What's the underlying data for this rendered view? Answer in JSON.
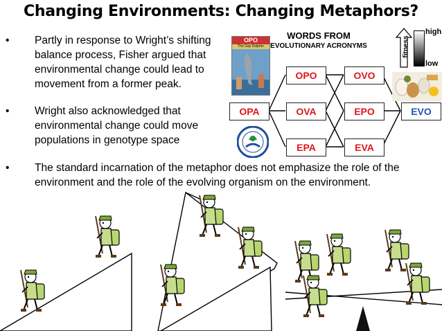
{
  "title": "Changing Environments: Changing Metaphors?",
  "bullets": [
    {
      "marker": "•",
      "text": "Partly in response to Wright’s shifting balance process, Fisher argued that environmental change could lead to movement from a former peak."
    },
    {
      "marker": "•",
      "text": "Wright also acknowledged that environmental change could move populations in genotype space"
    },
    {
      "marker": "•",
      "text": "The standard incarnation of the metaphor does not emphasize the role of the environment and the role of the evolving organism on the environment."
    }
  ],
  "diagram": {
    "heading_line1": "WORDS FROM",
    "heading_line2": "EVOLUTIONARY ACRONYMS",
    "fitness_label": "fitness",
    "high_label": "high",
    "low_label": "low",
    "opo_book_title": "OPO",
    "opo_book_subtitle": "The Gay Dolphin",
    "nodes": {
      "opa": "OPA",
      "opo": "OPO",
      "ova": "OVA",
      "epa": "EPA",
      "ovo": "OVO",
      "epo": "EPO",
      "eva": "EVA",
      "evo": "EVO"
    }
  }
}
